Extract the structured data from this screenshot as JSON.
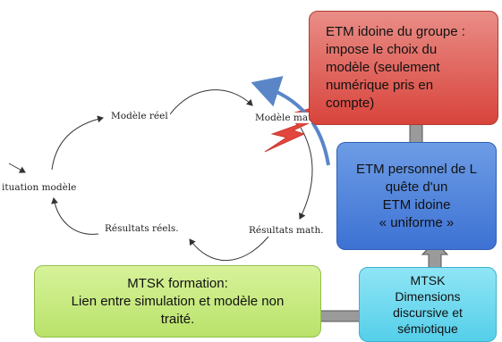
{
  "cycle": {
    "situation": "ituation modèle",
    "modele_reel": "Modèle réel",
    "modele_math": "Modèle math.",
    "resultats_math": "Résultats math.",
    "resultats_reels": "Résultats réels."
  },
  "red_box": {
    "lines": [
      "ETM idoine du groupe :",
      "impose le choix du",
      "modèle (seulement",
      "numérique pris en",
      "compte)"
    ]
  },
  "blue_box": {
    "lines": [
      "ETM personnel de L",
      "quête d'un",
      "ETM idoine",
      "« uniforme »"
    ]
  },
  "green_box": {
    "lines": [
      "MTSK  formation:",
      "Lien entre simulation et modèle non",
      "traité."
    ]
  },
  "cyan_box": {
    "lines": [
      "MTSK",
      "Dimensions",
      "discursive et",
      "sémiotique"
    ]
  },
  "colors": {
    "red": "#d8443c",
    "blue": "#3d72d4",
    "green": "#b9e26a",
    "cyan": "#55cfea",
    "arrow": "#8a8a8a"
  }
}
